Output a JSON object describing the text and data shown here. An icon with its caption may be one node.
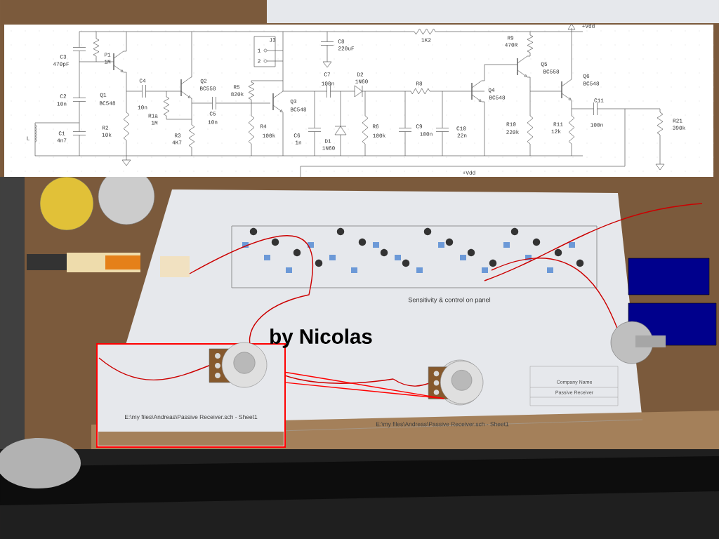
{
  "diagram": {
    "nodes": [
      {
        "text": [
          "E:\\my files\\Andreas\\Passive Receiver.sch - Sheet1"
        ]
      },
      {
        "text": [],
        "shape": "picture"
      }
    ],
    "edges": [
      {
        "from": 0,
        "to": 1,
        "arrow": "none"
      },
      {
        "from": 0,
        "to": 1,
        "arrow": "none"
      }
    ],
    "labels": [
      "C3",
      "470pF",
      "P1",
      "1M",
      "Q1",
      "BC548",
      "C2",
      "10n",
      "C1",
      "4n7",
      "L",
      "R2",
      "10k",
      "C4",
      "10n",
      "R1a",
      "1M",
      "Q2",
      "BC558",
      "R3",
      "4K7",
      "C5",
      "10n",
      "R5",
      "820k",
      "J3",
      "1",
      "2",
      "C8",
      "220uF",
      "1K2",
      "C7",
      "100n",
      "D2",
      "1N60",
      "Q3",
      "BC548",
      "R4",
      "100k",
      "C6",
      "1n",
      "D1",
      "1N60",
      "R6",
      "100k",
      "R8",
      "C9",
      "100n",
      "C10",
      "22n",
      "R9",
      "470R",
      "Q5",
      "BC558",
      "Q6",
      "BC548",
      "Q4",
      "BC548",
      "C11",
      "100n",
      "R10",
      "220k",
      "R11",
      "12k",
      "R21",
      "390k",
      "+Vdd",
      "+Vdd",
      "by Nicolas",
      "Sensitivity & control on panel",
      "Company Name",
      "Passive Receiver",
      "E:\\my files\\Andreas\\Passive Receiver.sch - Sheet1"
    ]
  }
}
